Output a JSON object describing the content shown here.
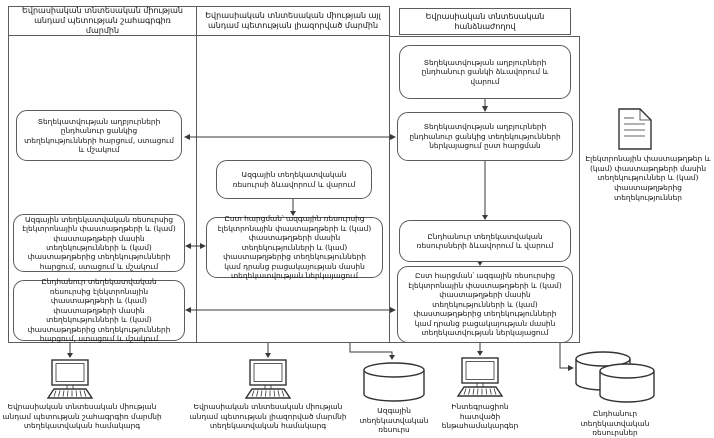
{
  "lanes": {
    "interested_body": {
      "title": "Եվրասիական տնտեսական միության անդամ պետության շահագրգիռ մարմին"
    },
    "authorized_body": {
      "title": "Եվրասիական տնտեսական միության այլ անդամ պետության լիազորված մարմին"
    },
    "commission": {
      "title": "Եվրասիական տնտեսական հանձնաժողով"
    }
  },
  "boxes": {
    "l1": "Տեղեկատվության աղբյուրների ընդհանուր ցանկից տեղեկությունների հարցում, ստացում և մշակում",
    "l2": "Ազգային տեղեկատվական ռեսուրսից էլեկտրոնային փաստաթղթերի և (կամ) փաստաթղթերի մասին տեղեկությունների և (կամ) փաստաթղթերից տեղեկությունների հարցում, ստացում և մշակում",
    "l3": "Ընդհանուր տեղեկատվական ռեսուրսից էլեկտրոնային փաստաթղթերի և (կամ) փաստաթղթերի մասին տեղեկությունների և (կամ) փաստաթղթերից տեղեկությունների հարցում, ստացում և մշակում",
    "m1": "Ազգային տեղեկատվական ռեսուրսի ձևավորում և վարում",
    "m2": "Ըստ հարցման՝ ազգային ռեսուրսից էլեկտրոնային փաստաթղթերի և (կամ) փաստաթղթերի մասին տեղեկությունների և (կամ) փաստաթղթերից տեղեկությունների կամ դրանց բացակայության մասին տեղեկատվության ներկայացում",
    "r1": "Տեղեկատվության աղբյուրների ընդհանուր ցանկի ձևավորում և վարում",
    "r2": "Տեղեկատվության աղբյուրների ընդհանուր ցանկից տեղեկությունների ներկայացում ըստ հարցման",
    "r3": "Ընդհանուր տեղեկատվական ռեսուրսների ձևավորում և վարում",
    "r4": "Ըստ հարցման՝ ազգային ռեսուրսից էլեկտրոնային փաստաթղթերի և (կամ) փաստաթղթերի մասին տեղեկությունների և (կամ) փաստաթղթերից տեղեկությունների կամ դրանց բացակայության մասին տեղեկատվության ներկայացում"
  },
  "side_note": "Էլեկտրոնային փաստաթղթեր և (կամ) փաստաթղթերի մասին տեղեկություններ և (կամ) փաստաթղթերից տեղեկություններ",
  "bottom_items": {
    "interested_system": "Եվրասիական տնտեսական միության անդամ պետության շահագրգիռ մարմնի տեղեկատվական համակարգ",
    "authorized_system": "Եվրասիական տնտեսական միության անդամ պետության լիազորված մարմնի տեղեկատվական համակարգ",
    "national_resource": "Ազգային տեղեկատվական ռեսուրս",
    "integration_subsystems": "Ինտեգրացիոն հատվածի ենթահամակարգեր",
    "common_resources": "Ընդհանուր տեղեկատվական ռեսուրսներ"
  },
  "icons": {
    "computer": "computer-icon",
    "database": "database-icon",
    "database_group": "database-group-icon",
    "document": "document-icon"
  },
  "colors": {
    "border": "#5c5c5c",
    "line": "#3a3a3a",
    "text": "#111111",
    "background": "#ffffff"
  }
}
